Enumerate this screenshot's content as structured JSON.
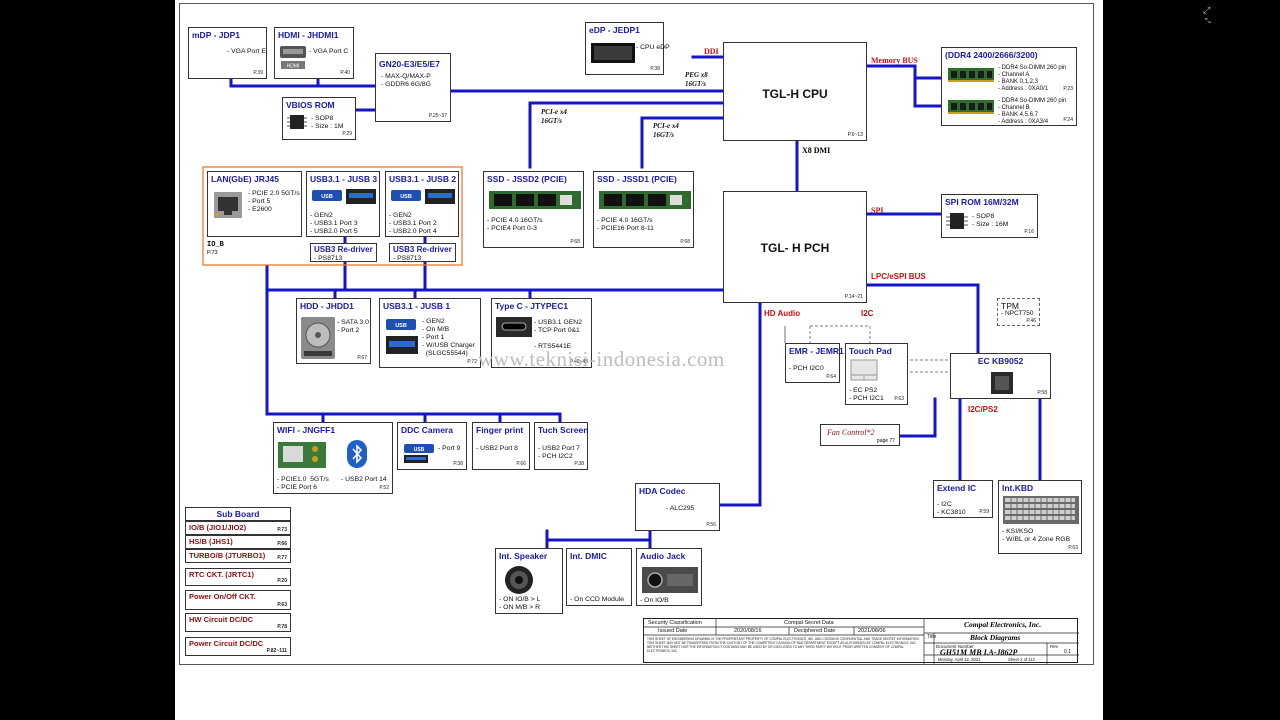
{
  "watermark": "www.teknisi-indonesia.com",
  "blocks": {
    "mdp": {
      "title": "mDP - JDP1",
      "spec": "- VGA Port E",
      "page": "P.39"
    },
    "hdmi": {
      "title": "HDMI - JHDMI1",
      "spec": "- VGA Port C",
      "page": "P.40",
      "badge": "HDMI"
    },
    "gpu": {
      "title": "GN20-E3/E5/E7",
      "spec": "- MAX-Q/MAX-P\n- GDDR6 6G/8G",
      "page": "P.25~37"
    },
    "vbios": {
      "title": "VBIOS ROM",
      "spec": "- SOP8\n- Size : 1M",
      "page": "P.29"
    },
    "edp": {
      "title": "eDP - JEDP1",
      "spec": "- CPU eDP",
      "page": "P.38"
    },
    "cpu": {
      "title": "TGL-H CPU",
      "page": "P.6~13"
    },
    "ddr": {
      "title": "(DDR4 2400/2666/3200)",
      "specA": "- DDR4 So-DIMM 260 pin\n- Channel A\n- BANK 0,1,2,3\n- Address : 0XA0/1",
      "pageA": "P.23",
      "specB": "- DDR4 So-DIMM 260 pin\n- Channel B\n- BANK 4,5,6,7\n- Address : 0XA3/4",
      "pageB": "P.24"
    },
    "lan": {
      "title": "LAN(GbE) JRJ45",
      "spec": "- PCIE 2.0 5GT/s\n- Port 5\n- E2600"
    },
    "usb3": {
      "title": "USB3.1 - JUSB 3",
      "spec": "- GEN2\n- USB3.1 Port 3\n- USB2.0 Port 5"
    },
    "usb2": {
      "title": "USB3.1 - JUSB 2",
      "spec": "- GEN2\n- USB3.1 Port 2\n- USB2.0 Port 4"
    },
    "redriver1": {
      "title": "USB3 Re-driver",
      "spec": "- PS8713"
    },
    "redriver2": {
      "title": "USB3 Re-driver",
      "spec": "- PS8713"
    },
    "iob_label": "IO_B",
    "iob_page": "P.73",
    "ssd2": {
      "title": "SSD - JSSD2 (PCIE)",
      "spec": "- PCIE 4.0 16GT/s\n- PCIE4 Port 0-3",
      "page": "P.68"
    },
    "ssd1": {
      "title": "SSD - JSSD1 (PCIE)",
      "spec": "- PCIE 4.0 16GT/s\n- PCIE16 Port 8-11",
      "page": "P.68"
    },
    "pch": {
      "title": "TGL- H PCH",
      "page": "P.14~21"
    },
    "spirom": {
      "title": "SPI ROM 16M/32M",
      "spec": "- SOP8\n- Size : 16M",
      "page": "P.16"
    },
    "hdd": {
      "title": "HDD - JHDD1",
      "spec": "- SATA 3.0\n- Port 2",
      "page": "P.67"
    },
    "usb1": {
      "title": "USB3.1 - JUSB 1",
      "spec": "- GEN2\n- On M/B\n- Port 1\n- W/USB Charger\n  (SLGC55544)",
      "page": "P.72"
    },
    "typec": {
      "title": "Type C - JTYPEC1",
      "spec": "- USB3.1 GEN2\n- TCP Port 0&1\n\n- RTS5441E",
      "page": "P.42~43"
    },
    "tpm": {
      "title": "TPM",
      "spec": "- NPCT750",
      "page": "P.46"
    },
    "emr": {
      "title": "EMR - JEMR1",
      "spec": "- PCH I2C0",
      "page": "P.64"
    },
    "touchpad": {
      "title": "Touch Pad",
      "spec": "- EC PS2\n- PCH I2C1",
      "page": "P.63"
    },
    "ec": {
      "title": "EC KB9052",
      "page": "P.58"
    },
    "fan": {
      "title": "Fan Control*2",
      "page": "page 77"
    },
    "wifi": {
      "title": "WIFI - JNGFF1",
      "spec1": "- PCIE1.0  5GT/s\n- PCIE Port 6",
      "spec2": "- USB2 Port 14",
      "page": "P.52"
    },
    "cam": {
      "title": "DDC Camera",
      "spec": "- Port 9",
      "page": "P.38"
    },
    "finger": {
      "title": "Finger print",
      "spec": "- USB2 Port 8",
      "page": "P.66"
    },
    "touchscreen": {
      "title": "Tuch Screen",
      "spec": "- USB2 Port 7\n- PCH I2C2",
      "page": "P.38"
    },
    "hda": {
      "title": "HDA Codec",
      "spec": "- ALC295",
      "page": "P.56"
    },
    "speaker": {
      "title": "Int. Speaker",
      "spec": "- ON IO/B > L\n- ON M/B > R"
    },
    "dmic": {
      "title": "Int. DMIC",
      "spec": "- On CCD Module"
    },
    "jack": {
      "title": "Audio Jack",
      "spec": "- On IO/B"
    },
    "extend": {
      "title": "Extend IC",
      "spec": "- I2C\n- KC3810",
      "page": "P.59"
    },
    "kbd": {
      "title": "Int.KBD",
      "spec": "- KSI/KSO\n- W/BL or 4 Zone RGB",
      "page": "P.63"
    }
  },
  "buses": {
    "ddi": "DDI",
    "memory": "Memory BUS",
    "peg": "PEG x8",
    "peg_speed": "16GT/s",
    "pcie_a": "PCI-e  x4",
    "pcie_a_speed": "16GT/s",
    "pcie_b": "PCI-e  x4",
    "pcie_b_speed": "16GT/s",
    "dmi": "X8 DMI",
    "spi": "SPI",
    "lpc": "LPC/eSPI BUS",
    "hdaudio": "HD Audio",
    "i2c": "I2C",
    "i2cps2": "I2C/PS2"
  },
  "subboard": {
    "title": "Sub Board",
    "items": [
      {
        "label": "IO/B (JIO1/JIO2)",
        "page": "P.73"
      },
      {
        "label": "HS/B (JHS1)",
        "page": "P.66"
      },
      {
        "label": "TURBO/B (JTURBO1)",
        "page": "P.77"
      },
      {
        "label": "RTC CKT. (JRTC1)",
        "page": "P.20"
      },
      {
        "label": "Power On/Off CKT.",
        "page": "P.63"
      },
      {
        "label": "HW Circuit DC/DC",
        "page": "P.78"
      },
      {
        "label": "Power Circuit DC/DC",
        "page": "P.82~111"
      }
    ]
  },
  "titleblock": {
    "sec_class": "Security Classification",
    "secret": "Compal Secret Data",
    "issued_label": "Issued Date",
    "issued": "2020/08/16",
    "decipher_label": "Deciphered Date",
    "decipher": "2021/08/06",
    "legal": "THIS SHEET OF ENGINEERING DRAWING IS THE PROPRIETARY PROPERTY OF COMPAL ELECTRONICS, INC. AND CONTAINS CONFIDENTIAL AND TRADE SECRET INFORMATION. THIS SHEET MAY NOT BE TRANSFERED FROM THE CUSTODY OF THE COMPETENT DIVISION OF R&D DEPARTMENT EXCEPT AS AUTHORIZED BY COMPAL ELECTRONICS, INC. NEITHER THIS SHEET NOR THE INFORMATION IT CONTAINS MAY BE USED BY OR DISCLOSED TO ANY THIRD PARTY WITHOUT PRIOR WRITTEN CONSENT OF COMPAL ELECTRONICS, INC.",
    "company": "Compal Electronics, Inc.",
    "title_label": "Title",
    "doc_title": "Block Diagrams",
    "docnum_label": "Document Number",
    "docnum": "GH51M MB LA-J862P",
    "rev_label": "Rev",
    "rev": "0.1",
    "date": "Monday, April 12, 2021",
    "sheet": "Sheet  2  of  112"
  },
  "colors": {
    "wire": "#1515c8",
    "title": "#1a1aa8",
    "bus": "#c81010",
    "orange": "#f07a2a",
    "subboard": "#8a1010"
  }
}
